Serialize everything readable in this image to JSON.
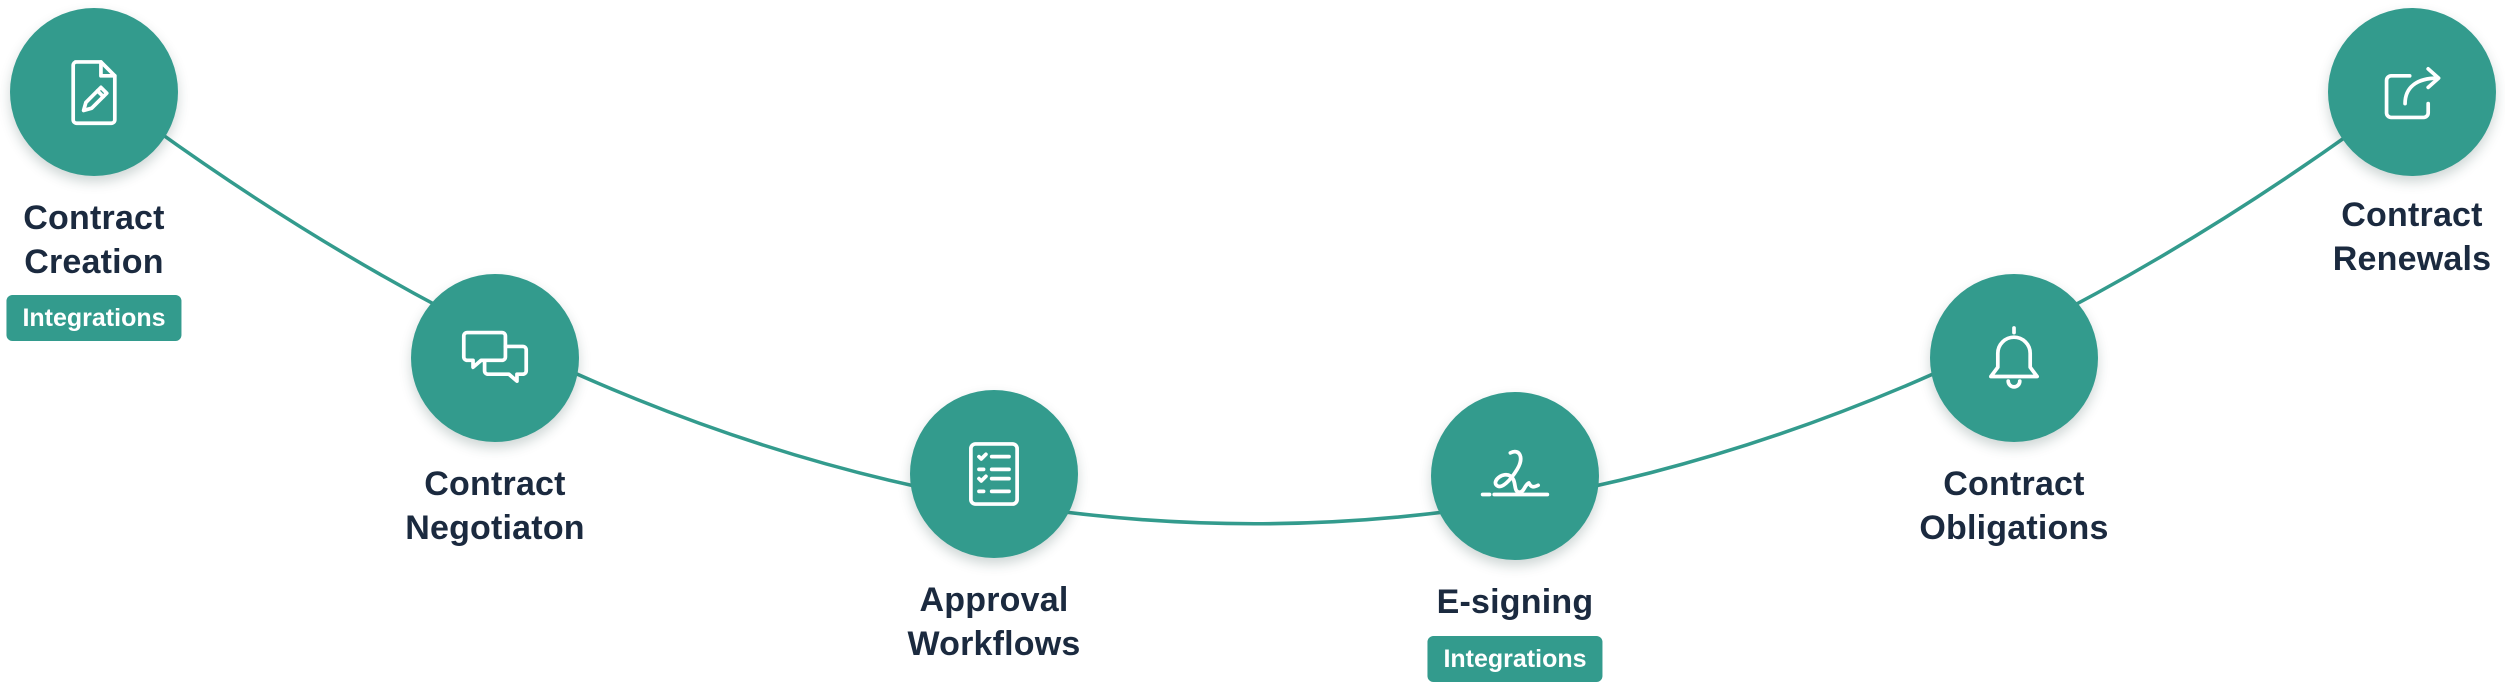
{
  "colors": {
    "node_fill": "#339b8d",
    "curve": "#339b8d",
    "label_text": "#1b2a3f",
    "badge_fill": "#339b8d",
    "badge_text": "#ffffff"
  },
  "stages": [
    {
      "id": "creation",
      "icon": "document-edit-icon",
      "label_line1": "Contract",
      "label_line2": "Creation",
      "badge": "Integrations"
    },
    {
      "id": "negotiation",
      "icon": "chat-bubbles-icon",
      "label_line1": "Contract",
      "label_line2": "Negotiaton"
    },
    {
      "id": "approval",
      "icon": "checklist-icon",
      "label_line1": "Approval",
      "label_line2": "Workflows"
    },
    {
      "id": "esigning",
      "icon": "signature-icon",
      "label_line1": "E-signing",
      "badge": "Integrations"
    },
    {
      "id": "obligations",
      "icon": "bell-icon",
      "label_line1": "Contract",
      "label_line2": "Obligations"
    },
    {
      "id": "renewals",
      "icon": "share-arrow-icon",
      "label_line1": "Contract",
      "label_line2": "Renewals"
    }
  ]
}
